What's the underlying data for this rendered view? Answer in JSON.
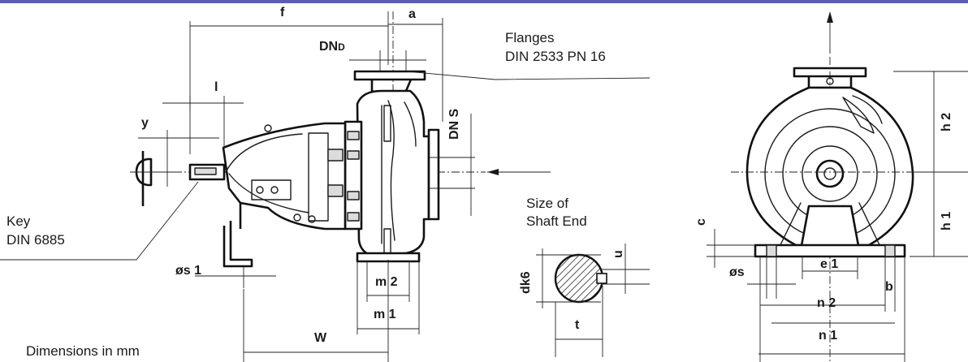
{
  "colors": {
    "top_bar": "#5a5fb5",
    "line": "#1a1a1a",
    "hatch": "#555555"
  },
  "notes": {
    "flanges_line1": "Flanges",
    "flanges_line2": "DIN 2533 PN 16",
    "key_line1": "Key",
    "key_line2": "DIN 6885",
    "shaft_line1": "Size of",
    "shaft_line2": "Shaft End",
    "units": "Dimensions in mm"
  },
  "dims": {
    "f": "f",
    "a": "a",
    "dn_d": "DN",
    "dn_d_sub": "D",
    "dn_s": "DN S",
    "l": "l",
    "y": "y",
    "s1": "øs 1",
    "m2": "m 2",
    "m1": "m 1",
    "w": "W",
    "dk6": "dk6",
    "u": "u",
    "t": "t",
    "h2": "h 2",
    "h1": "h 1",
    "c": "c",
    "s": "øs",
    "e1": "e 1",
    "b": "b",
    "n2": "n 2",
    "n1": "n 1"
  }
}
